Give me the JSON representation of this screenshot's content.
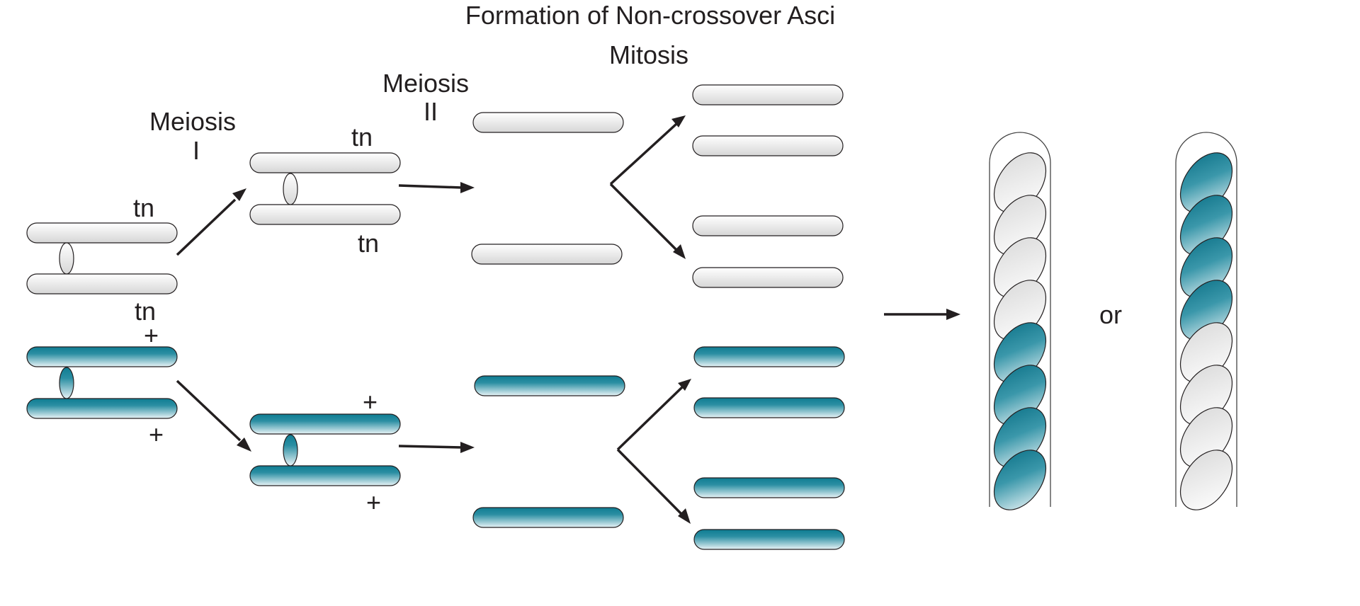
{
  "title": "Formation of Non-crossover Asci",
  "stages": {
    "meiosis1_line1": "Meiosis",
    "meiosis1_line2": "I",
    "meiosis2_line1": "Meiosis",
    "meiosis2_line2": "II",
    "mitosis": "Mitosis"
  },
  "gene_labels": {
    "tn": "tn",
    "plus": "+"
  },
  "connector": "or",
  "colors": {
    "white_allele": "#e6e6e6",
    "teal_allele": "#0e7c92",
    "outline": "#231f20"
  },
  "asci": [
    {
      "spores": [
        "tn",
        "tn",
        "tn",
        "tn",
        "+",
        "+",
        "+",
        "+"
      ]
    },
    {
      "spores": [
        "+",
        "+",
        "+",
        "+",
        "tn",
        "tn",
        "tn",
        "tn"
      ]
    }
  ]
}
